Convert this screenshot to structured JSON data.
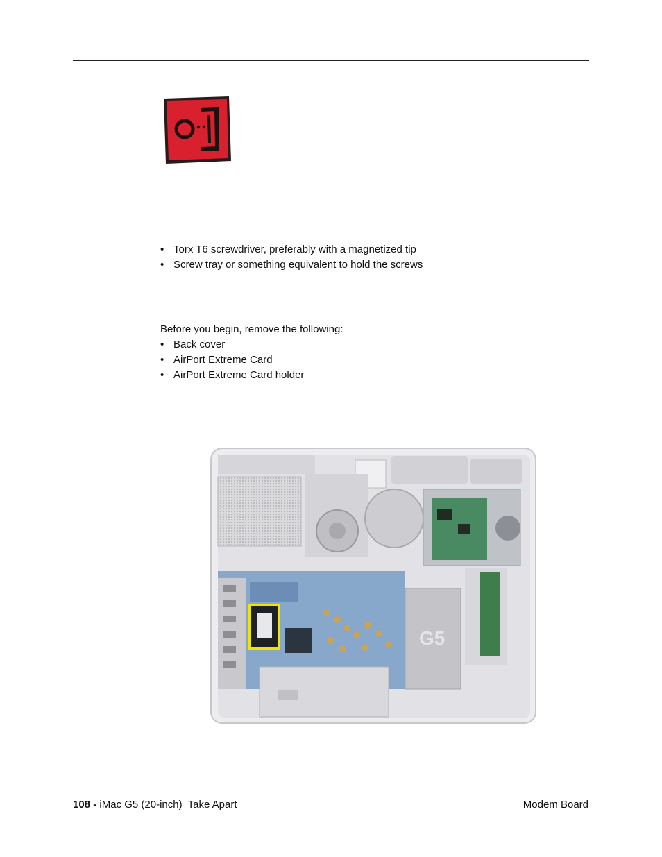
{
  "tools": {
    "icon": "screwdriver-tool-icon",
    "items": [
      "Torx T6 screwdriver, preferably with a magnetized tip",
      "Screw tray or something equivalent to hold the screws"
    ]
  },
  "prerequisites": {
    "intro": "Before you begin, remove the following:",
    "items": [
      "Back cover",
      "AirPort Extreme Card",
      "AirPort Extreme Card holder"
    ]
  },
  "figure": {
    "description_icon": "imac-interior-photo",
    "stamp": "G5",
    "highlight_color": "#f2e400"
  },
  "footer": {
    "page_number": "108 -",
    "manual_title": "iMac G5 (20-inch)  Take Apart",
    "section_title": "Modem Board"
  },
  "colors": {
    "icon_red": "#d8202e",
    "rule": "#222222"
  }
}
